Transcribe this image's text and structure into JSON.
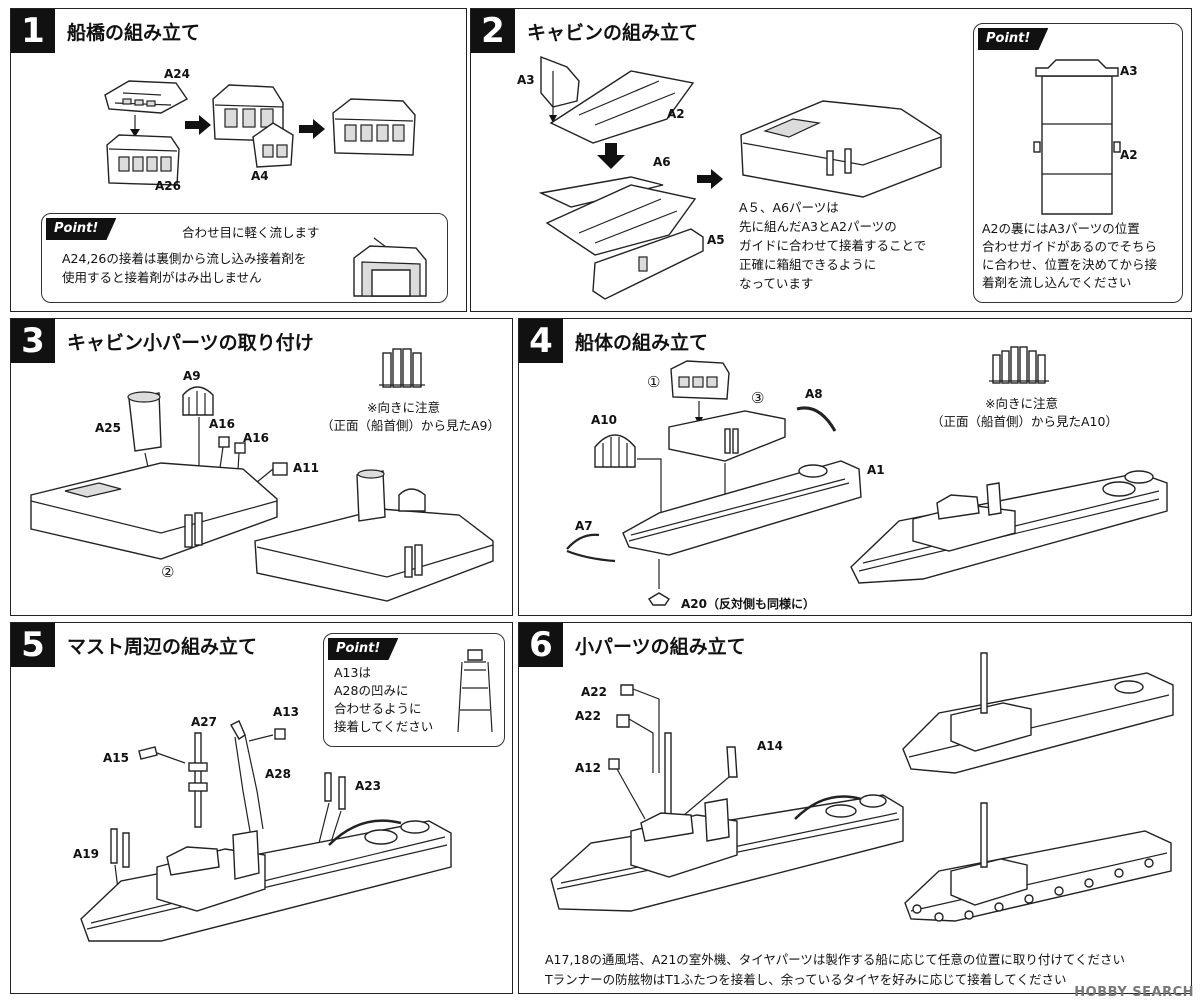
{
  "steps": [
    {
      "num": "1",
      "title": "船橋の組み立て"
    },
    {
      "num": "2",
      "title": "キャビンの組み立て"
    },
    {
      "num": "3",
      "title": "キャビン小パーツの取り付け"
    },
    {
      "num": "4",
      "title": "船体の組み立て"
    },
    {
      "num": "5",
      "title": "マスト周辺の組み立て"
    },
    {
      "num": "6",
      "title": "小パーツの組み立て"
    }
  ],
  "point_label": "Point!",
  "step1": {
    "parts": [
      "A24",
      "A26",
      "A4"
    ],
    "point_callout": "合わせ目に軽く流します",
    "point_text_1": "A24,26の接着は裏側から流し込み接着剤を",
    "point_text_2": "使用すると接着剤がはみ出しません"
  },
  "step2": {
    "parts": [
      "A3",
      "A2",
      "A6",
      "A5"
    ],
    "text_lines": [
      "A５、A6パーツは",
      "先に組んだA3とA2パーツの",
      "ガイドに合わせて接着することで",
      "正確に箱組できるように",
      "なっています"
    ],
    "point_parts": [
      "A3",
      "A2"
    ],
    "point_text_lines": [
      "A2の裏にはA3パーツの位置",
      "合わせガイドがあるのでそちら",
      "に合わせ、位置を決めてから接",
      "着剤を流し込んでください"
    ]
  },
  "step3": {
    "parts": [
      "A9",
      "A25",
      "A16",
      "A16",
      "A11"
    ],
    "circle_num": "②",
    "note_1": "※向きに注意",
    "note_2": "（正面（船首側）から見たA9）"
  },
  "step4": {
    "circle_1": "①",
    "circle_3": "③",
    "parts": [
      "A8",
      "A10",
      "A1",
      "A7"
    ],
    "a20": "A20（反対側も同様に）",
    "note_1": "※向きに注意",
    "note_2": "（正面（船首側）から見たA10）"
  },
  "step5": {
    "parts": [
      "A27",
      "A13",
      "A15",
      "A28",
      "A23",
      "A19"
    ],
    "point_text_lines": [
      "A13は",
      "A28の凹みに",
      "合わせるように",
      "接着してください"
    ]
  },
  "step6": {
    "parts": [
      "A22",
      "A22",
      "A14",
      "A12"
    ],
    "bottom_1": "A17,18の通風塔、A21の室外機、タイヤパーツは製作する船に応じて任意の位置に取り付けてください",
    "bottom_2": "Tランナーの防舷物はT1ふたつを接着し、余っているタイヤを好みに応じて接着してください"
  },
  "watermark": "HOBBY SEARCH"
}
